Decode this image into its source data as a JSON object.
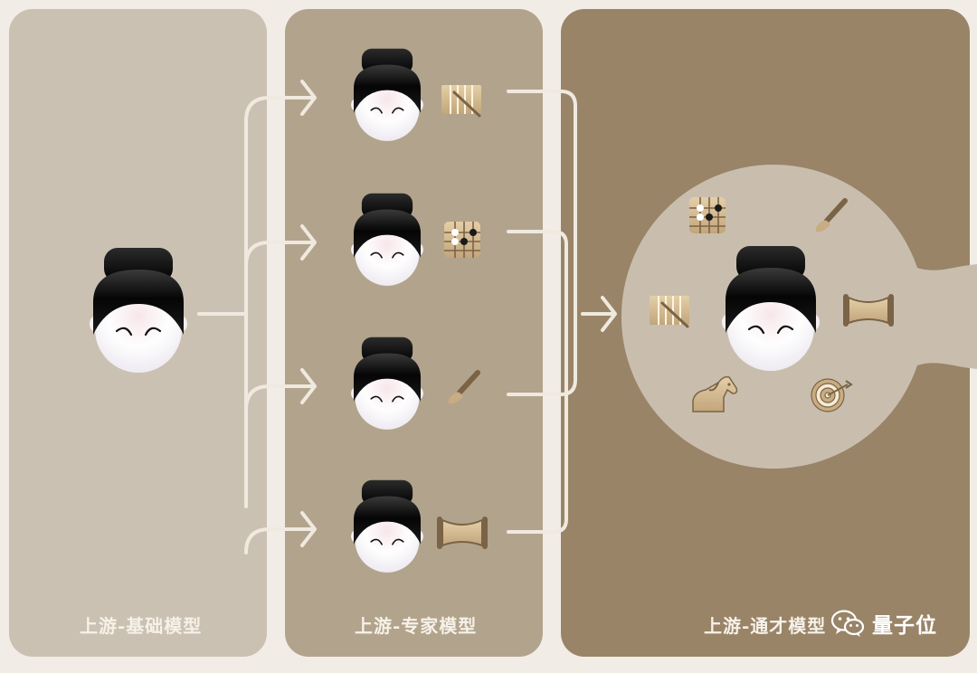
{
  "panels": [
    {
      "label": "上游-基础模型",
      "color": "#cbc1b2"
    },
    {
      "label": "上游-专家模型",
      "color": "#b2a38c"
    },
    {
      "label": "上游-通才模型",
      "color": "#998468"
    }
  ],
  "watermark": {
    "text": "量子位",
    "icon": "wechat-icon"
  },
  "expert_skills": [
    "guqin-icon",
    "weiqi-board-icon",
    "calligraphy-brush-icon",
    "scroll-icon"
  ],
  "generalist_skills": [
    "weiqi-board-icon",
    "calligraphy-brush-icon",
    "guqin-icon",
    "scroll-icon",
    "horse-icon",
    "archery-target-icon"
  ],
  "colors": {
    "bg": "#f1ede6",
    "arrow": "#efe9df",
    "circle": "#c9beae",
    "hair": "#0b0b0b",
    "face": "#ffffff",
    "prop": "#c8ac82",
    "prop_dark": "#7a6346"
  }
}
